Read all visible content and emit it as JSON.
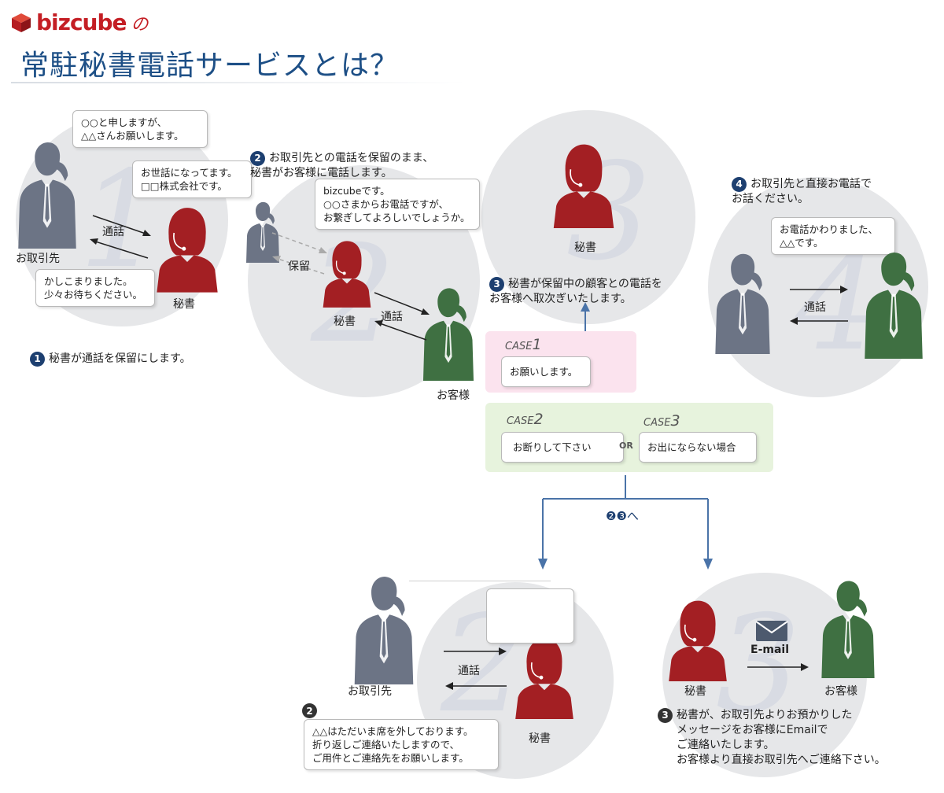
{
  "header": {
    "logo_text": "bizcube",
    "logo_suffix": "の",
    "title": "常駐秘書電話サービスとは？"
  },
  "colors": {
    "partner": "#6c7485",
    "secretary": "#a31f23",
    "customer": "#3f7042",
    "title": "#1d4f86",
    "arrow_blue": "#4a73a8",
    "case1_bg": "#fbe3ee",
    "case23_bg": "#e7f3dd"
  },
  "step1": {
    "bubble_partner": "○○と申しますが、\n△△さんお願いします。",
    "bubble_secretary": "お世話になってます。\n□□株式会社です。",
    "bubble_reply": "かしこまりました。\n少々お待ちください。",
    "call_label": "通話",
    "partner_label": "お取引先",
    "secretary_label": "秘書",
    "num": "1",
    "text": "秘書が通話を保留にします。"
  },
  "step2": {
    "num": "2",
    "text": "お取引先との電話を保留のまま、\n秘書がお客様に電話します。",
    "bubble": "bizcubeです。\n○○さまからお電話ですが、\nお繋ぎしてよろしいでしょうか。",
    "hold_label": "保留",
    "call_label": "通話",
    "secretary_label": "秘書",
    "customer_label": "お客様"
  },
  "step3": {
    "secretary_label": "秘書",
    "num": "3",
    "text": "秘書が保留中の顧客との電話を\nお客様へ取次ぎいたします。"
  },
  "step4": {
    "num": "4",
    "text": "お取引先と直接お電話で\nお話ください。",
    "bubble": "お電話かわりました、\n△△です。",
    "call_label": "通話"
  },
  "cases": {
    "case1_label": "CASE",
    "case1_num": "1",
    "case1_text": "お願いします。",
    "case2_label": "CASE",
    "case2_num": "2",
    "case2_text": "お断りして下さい",
    "or_label": "OR",
    "case3_label": "CASE",
    "case3_num": "3",
    "case3_text": "お出にならない場合",
    "branch_label": "❷❸へ"
  },
  "branch2": {
    "call_label": "通話",
    "partner_label": "お取引先",
    "secretary_label": "秘書",
    "num": "2",
    "bubble": "△△はただいま席を外しております。\n折り返しご連絡いたしますので、\nご用件とご連絡先をお願いします。"
  },
  "branch3": {
    "email_label": "E-mail",
    "secretary_label": "秘書",
    "customer_label": "お客様",
    "num": "3",
    "text": "秘書が、お取引先よりお預かりした\nメッセージをお客様にEmailで\nご連絡いたします。\nお客様より直接お取引先へご連絡下さい。"
  }
}
